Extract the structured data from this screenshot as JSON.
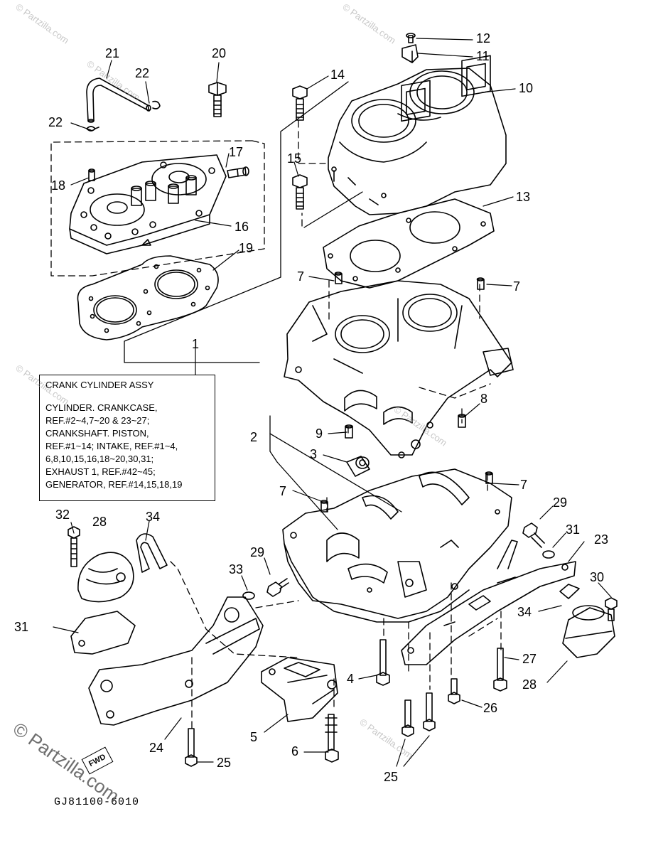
{
  "callouts": [
    {
      "id": "21",
      "text": "21"
    },
    {
      "id": "22a",
      "text": "22"
    },
    {
      "id": "20",
      "text": "20"
    },
    {
      "id": "22b",
      "text": "22"
    },
    {
      "id": "18",
      "text": "18"
    },
    {
      "id": "17",
      "text": "17"
    },
    {
      "id": "16",
      "text": "16"
    },
    {
      "id": "19",
      "text": "19"
    },
    {
      "id": "14",
      "text": "14"
    },
    {
      "id": "15",
      "text": "15"
    },
    {
      "id": "12",
      "text": "12"
    },
    {
      "id": "11",
      "text": "11"
    },
    {
      "id": "10",
      "text": "10"
    },
    {
      "id": "13",
      "text": "13"
    },
    {
      "id": "7a",
      "text": "7"
    },
    {
      "id": "7b",
      "text": "7"
    },
    {
      "id": "1",
      "text": "1"
    },
    {
      "id": "8",
      "text": "8"
    },
    {
      "id": "2",
      "text": "2"
    },
    {
      "id": "9",
      "text": "9"
    },
    {
      "id": "3",
      "text": "3"
    },
    {
      "id": "7c",
      "text": "7"
    },
    {
      "id": "7d",
      "text": "7"
    },
    {
      "id": "32",
      "text": "32"
    },
    {
      "id": "28a",
      "text": "28"
    },
    {
      "id": "34a",
      "text": "34"
    },
    {
      "id": "29a",
      "text": "29"
    },
    {
      "id": "31a",
      "text": "31"
    },
    {
      "id": "23",
      "text": "23"
    },
    {
      "id": "29b",
      "text": "29"
    },
    {
      "id": "33",
      "text": "33"
    },
    {
      "id": "30",
      "text": "30"
    },
    {
      "id": "34b",
      "text": "34"
    },
    {
      "id": "31b",
      "text": "31"
    },
    {
      "id": "27",
      "text": "27"
    },
    {
      "id": "4",
      "text": "4"
    },
    {
      "id": "28b",
      "text": "28"
    },
    {
      "id": "26",
      "text": "26"
    },
    {
      "id": "24",
      "text": "24"
    },
    {
      "id": "5",
      "text": "5"
    },
    {
      "id": "6",
      "text": "6"
    },
    {
      "id": "25a",
      "text": "25"
    },
    {
      "id": "25b",
      "text": "25"
    }
  ],
  "note": {
    "title": "CRANK CYLINDER ASSY",
    "lines": [
      "CYLINDER. CRANKCASE,",
      "REF.#2~4,7~20 & 23~27;",
      "CRANKSHAFT. PISTON,",
      "REF.#1~14; INTAKE, REF.#1~4,",
      "6,8,10,15,16,18~20,30,31;",
      "EXHAUST 1, REF.#42~45;",
      "GENERATOR, REF.#14,15,18,19"
    ]
  },
  "fwd_label": "FWD",
  "drawing_code": "GJ81100-6010",
  "watermark": {
    "small": "© Partzilla.com",
    "big": "© Partzilla.com"
  }
}
